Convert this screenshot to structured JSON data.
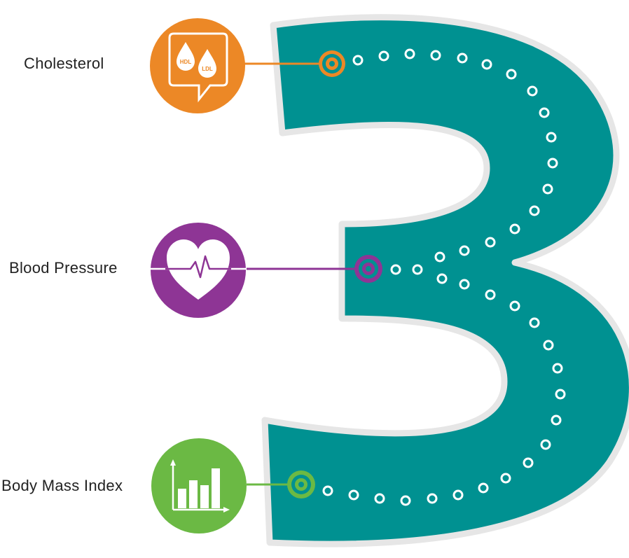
{
  "metrics": [
    {
      "label": "Cholesterol",
      "color": "#EC8826",
      "icon": "cholesterol-drops-icon"
    },
    {
      "label": "Blood Pressure",
      "color": "#8E3595",
      "icon": "heart-pulse-icon"
    },
    {
      "label": "Body Mass Index",
      "color": "#6BB944",
      "icon": "bar-chart-icon"
    }
  ],
  "icon_text": {
    "hdl": "HDL",
    "ldl": "LDL"
  },
  "big_number": {
    "color": "#009191",
    "outline": "#E6E6E6",
    "dot_color": "#FFFFFF"
  }
}
